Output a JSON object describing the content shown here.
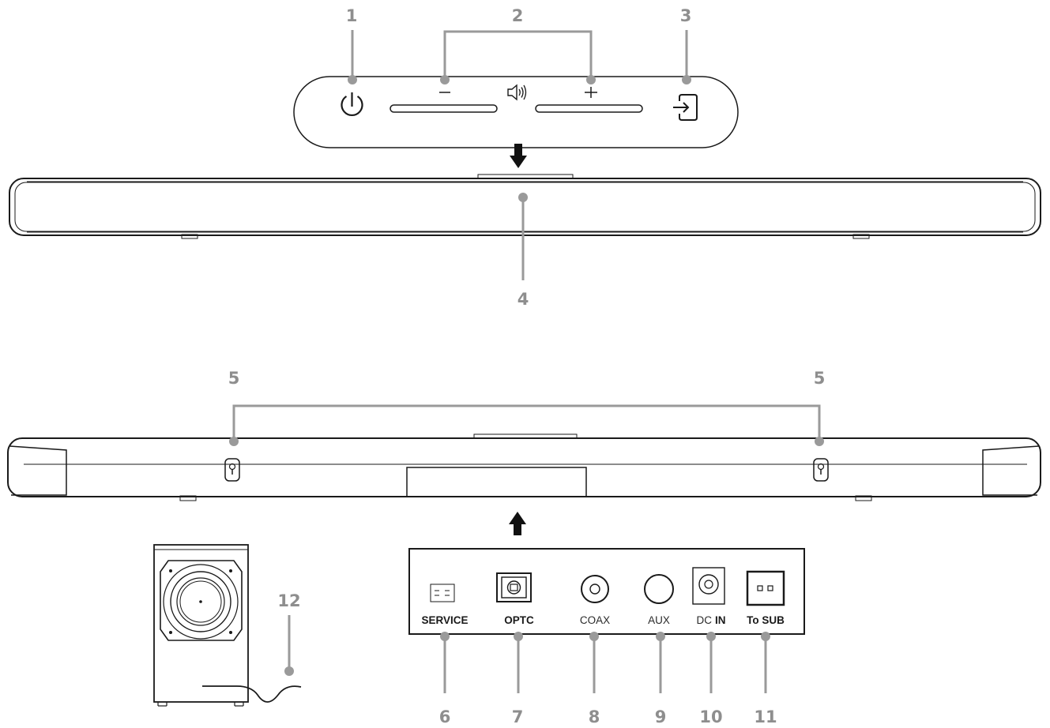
{
  "callouts": {
    "c1": "1",
    "c2": "2",
    "c3": "3",
    "c4": "4",
    "c5a": "5",
    "c5b": "5",
    "c6": "6",
    "c7": "7",
    "c8": "8",
    "c9": "9",
    "c10": "10",
    "c11": "11",
    "c12": "12"
  },
  "ports": {
    "service": "SERVICE",
    "optc": "OPTC",
    "coax": "COAX",
    "aux": "AUX",
    "dc_prefix": "DC",
    "dc_bold": "IN",
    "to_sub": "To SUB"
  },
  "icons": [
    "power-icon",
    "volume-minus-icon",
    "speaker-volume-icon",
    "volume-plus-icon",
    "input-source-icon",
    "arrow-down-icon",
    "arrow-up-icon"
  ],
  "colors": {
    "line": "#1a1a1a",
    "callout": "#8e8e8e",
    "leader": "#9a9a9a"
  }
}
